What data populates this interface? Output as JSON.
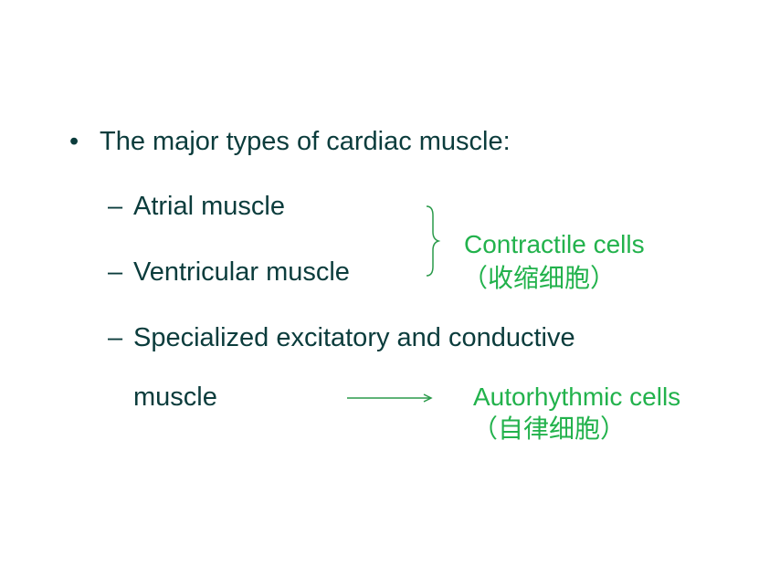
{
  "slide": {
    "bullet_glyph": "•",
    "heading": "The major types of cardiac muscle:",
    "dash": "–",
    "items": [
      "Atrial muscle",
      "Ventricular muscle",
      "Specialized excitatory and conductive",
      "muscle"
    ],
    "contractile_label": "Contractile cells",
    "contractile_cn": "（收缩细胞）",
    "autorhythmic_label": "Autorhythmic cells",
    "autorhythmic_cn": "（自律细胞）"
  },
  "colors": {
    "text": "#0b3c3c",
    "accent": "#22b24c",
    "line": "#2a9a4a"
  },
  "icons": [
    "brace-icon",
    "right-arrow-icon"
  ]
}
